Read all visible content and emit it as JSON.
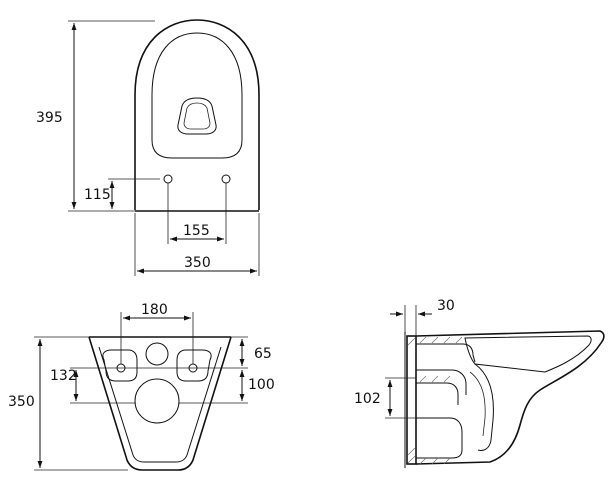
{
  "views": {
    "top": {
      "height_total": "395",
      "height_holes": "115",
      "hole_spacing": "155",
      "width": "350"
    },
    "front": {
      "hole_spacing": "180",
      "top_offset": "65",
      "hole_to_outlet": "100",
      "hole_height": "132",
      "total_height": "350"
    },
    "side": {
      "wall_offset": "30",
      "outlet_height": "102"
    }
  }
}
